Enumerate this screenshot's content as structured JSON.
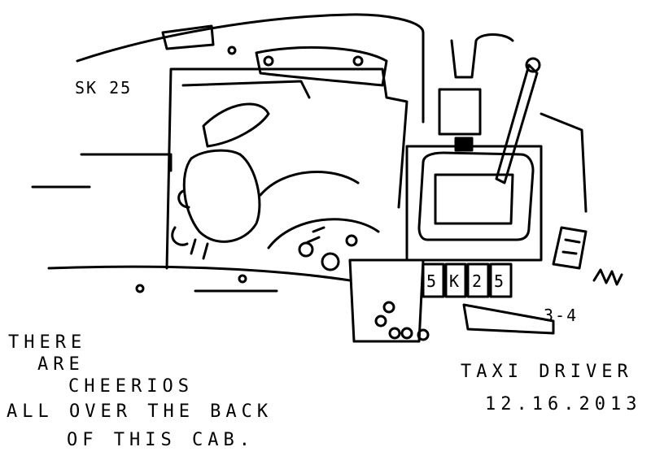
{
  "sketch": {
    "cab_number": "SK 25",
    "partition_digits": [
      "5",
      "K",
      "2",
      "5"
    ],
    "meter_number": "3-4"
  },
  "caption": {
    "lines": [
      "THERE",
      "ARE",
      "CHEERIOS",
      "ALL OVER THE BACK",
      "OF THIS CAB."
    ]
  },
  "title": {
    "text": "TAXI DRIVER",
    "date": "12.16.2013"
  },
  "colors": {
    "ink": "#000000",
    "paper": "#ffffff"
  }
}
